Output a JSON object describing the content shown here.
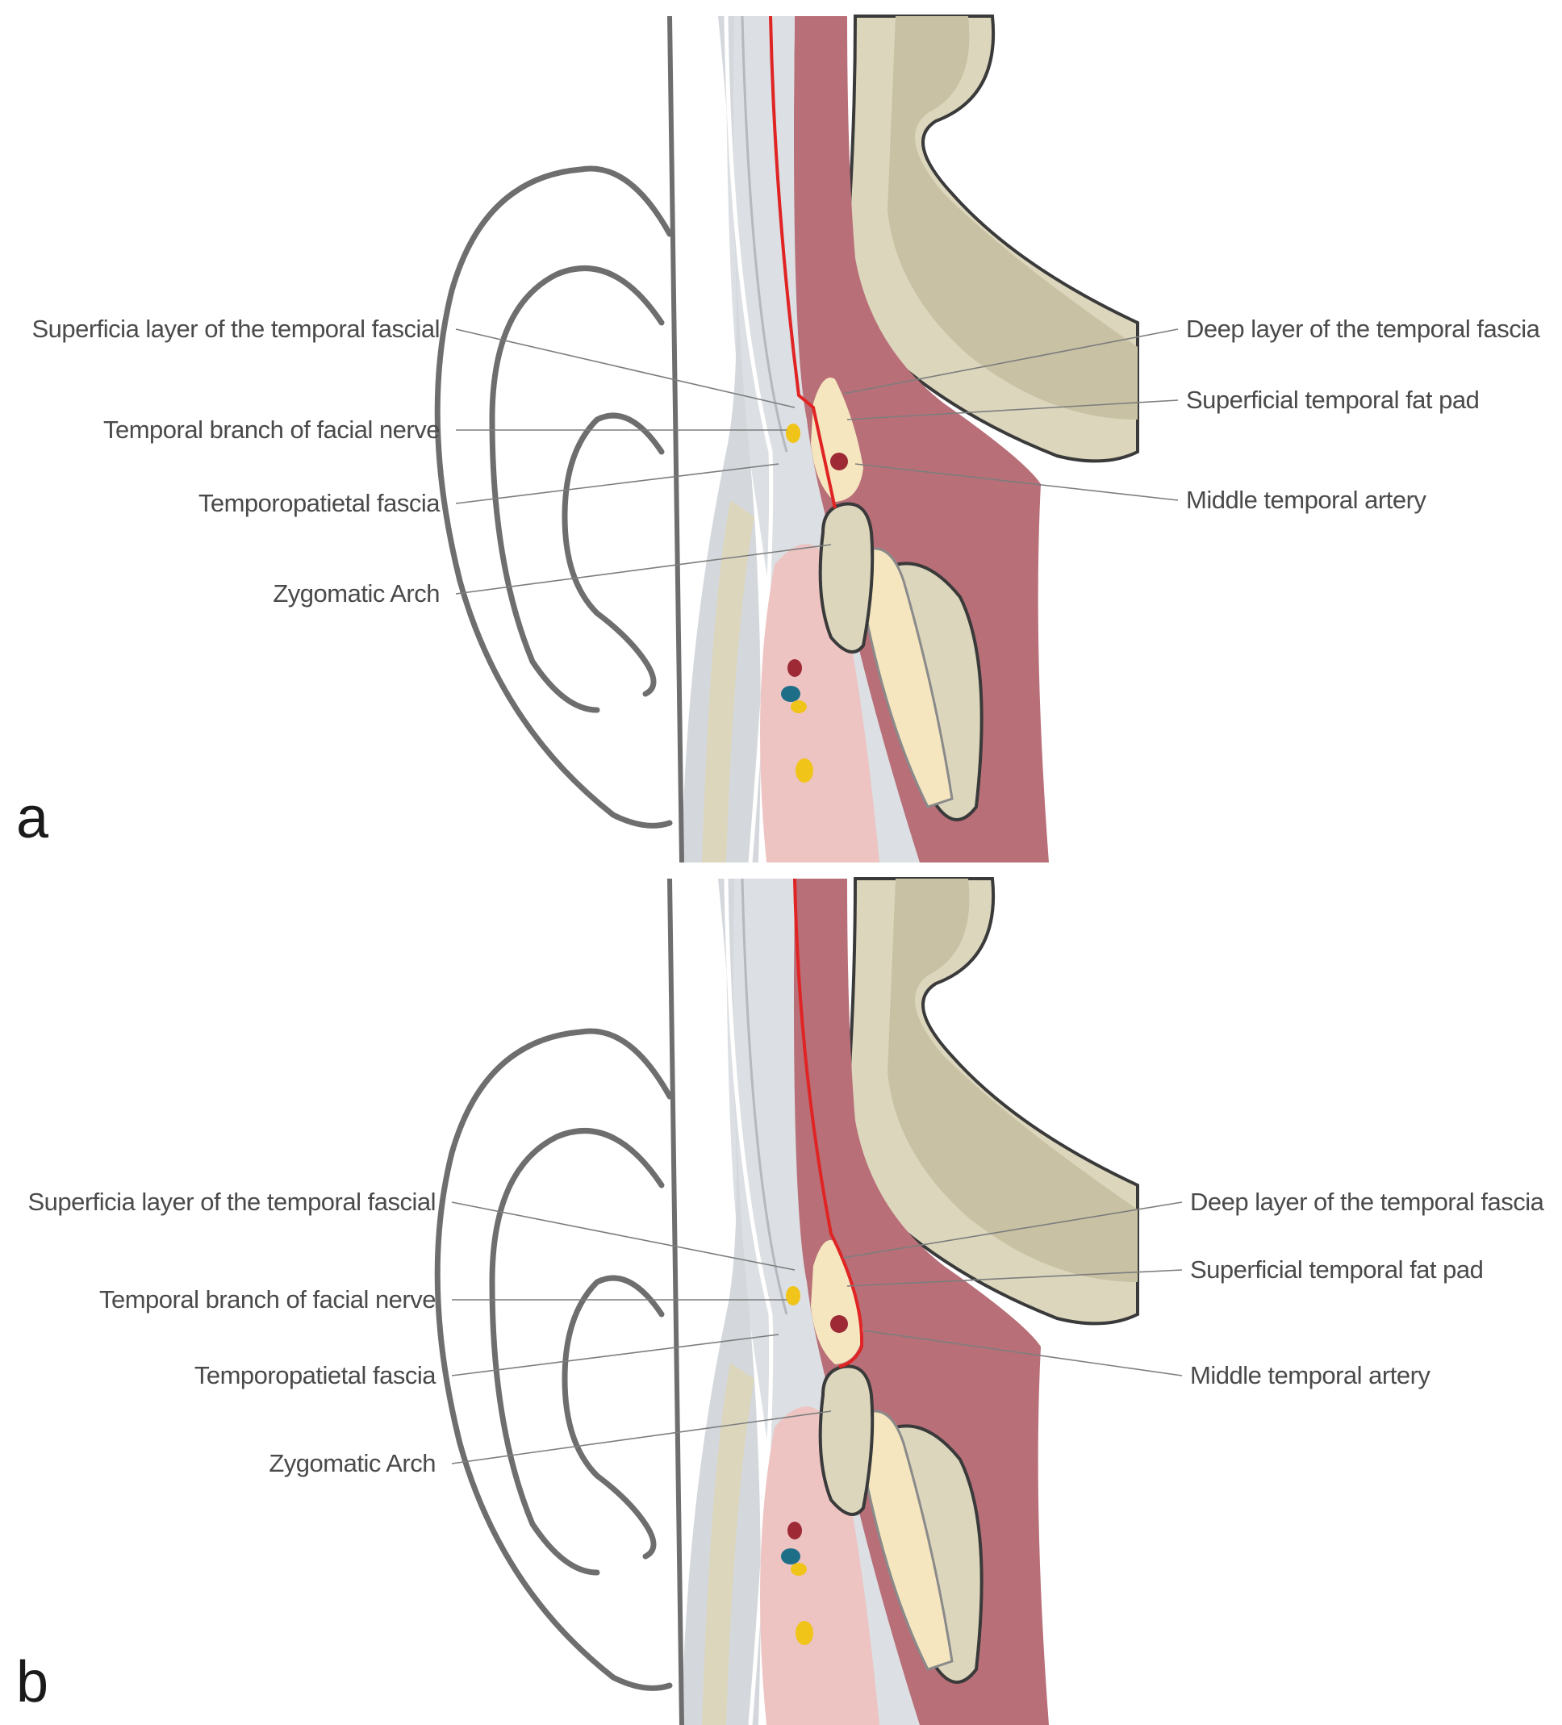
{
  "panels": [
    {
      "letter": "a",
      "labels": {
        "superficial_layer": "Superficia layer of the temporal fascial",
        "temporal_branch": "Temporal branch of facial nerve",
        "temporoparietal": "Temporopatietal fascia",
        "zygomatic": "Zygomatic Arch",
        "deep_layer": "Deep layer of the temporal fascia",
        "fat_pad": "Superficial temporal fat pad",
        "middle_artery": "Middle temporal artery"
      }
    },
    {
      "letter": "b",
      "labels": {
        "superficial_layer": "Superficia layer of the temporal fascial",
        "temporal_branch": "Temporal branch of facial nerve",
        "temporoparietal": "Temporopatietal fascia",
        "zygomatic": "Zygomatic Arch",
        "deep_layer": "Deep layer of the temporal fascia",
        "fat_pad": "Superficial temporal fat pad",
        "middle_artery": "Middle temporal artery"
      }
    }
  ],
  "colors": {
    "muscle": "#b86f78",
    "bone": "#dcd6bd",
    "bone_dark": "#c8c1a3",
    "fat": "#f5e6bf",
    "fascia": "#dcdfe3",
    "parotid": "#edc4c2",
    "nerve": "#f0c419",
    "artery": "#9e2a35",
    "vein": "#1f6e87",
    "red_line": "#e02424"
  }
}
